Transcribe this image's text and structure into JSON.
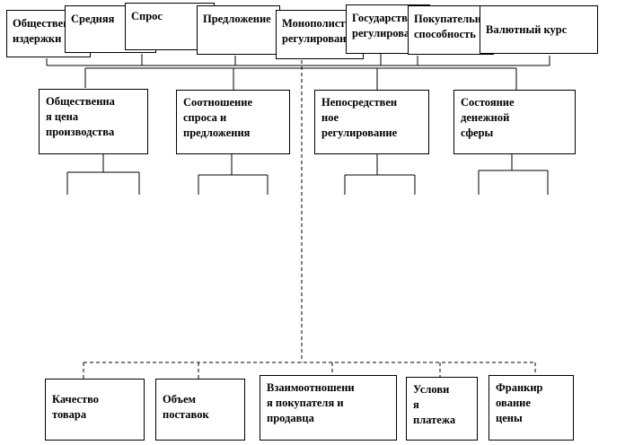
{
  "top_factors": [
    "Общественные издержки",
    "Средняя",
    "Спрос",
    "Предложение",
    "Монополистическое регулирование",
    "Государственное регулирование",
    "Покупательная способность",
    "Валютный курс"
  ],
  "mid_factors": [
    "Общественна\nя цена\nпроизводства",
    "Соотношение\nспроса и\nпредложения",
    "Непосредствен\nное\nрегулирование",
    "Состояние\nденежной\nсферы"
  ],
  "bottom_factors": [
    "Качество\nтовара",
    "Объем\nпоставок",
    "Взаимоотношени\nя покупателя и\nпродавца",
    "Услови\nя\nплатежа",
    "Франкир\nование\nцены"
  ]
}
